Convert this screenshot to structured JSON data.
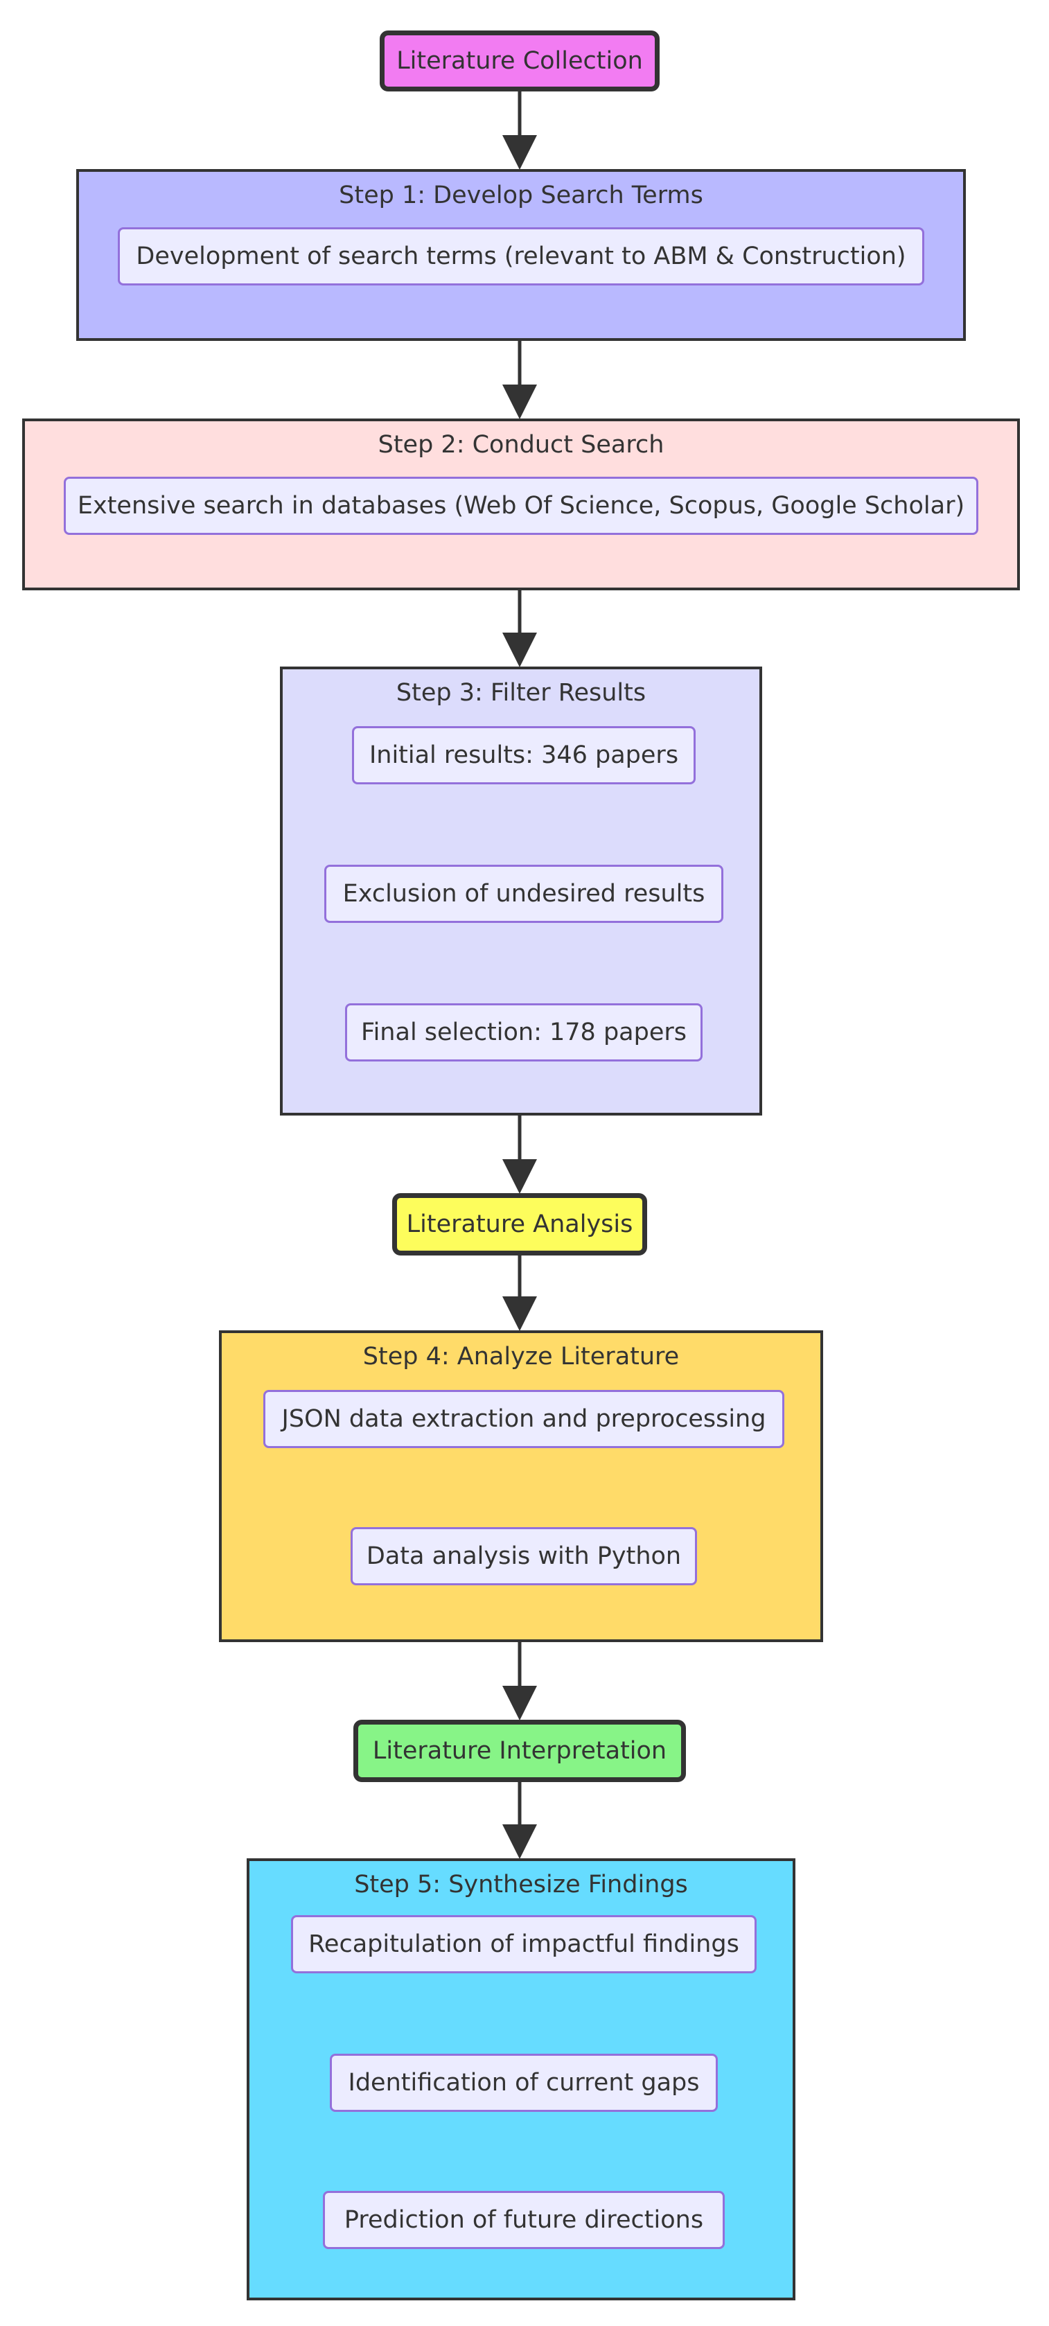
{
  "colors": {
    "stroke": "#333333",
    "item_fill": "#ececff",
    "item_border": "#9370db",
    "phase_collection": "#f27cf2",
    "phase_analysis": "#fdfd5c",
    "phase_interpretation": "#87f487",
    "step1_fill": "#b9b9ff",
    "step2_fill": "#ffdede",
    "step3_fill": "#dcdcfc",
    "step4_fill": "#ffdb69",
    "step5_fill": "#66dcff"
  },
  "phases": {
    "collection": "Literature Collection",
    "analysis": "Literature Analysis",
    "interpretation": "Literature Interpretation"
  },
  "steps": {
    "step1": {
      "title": "Step 1: Develop Search Terms",
      "items": [
        "Development of search terms (relevant to ABM & Construction)"
      ]
    },
    "step2": {
      "title": "Step 2: Conduct Search",
      "items": [
        "Extensive search in databases (Web Of Science, Scopus, Google Scholar)"
      ]
    },
    "step3": {
      "title": "Step 3: Filter Results",
      "items": [
        "Initial results: 346 papers",
        "Exclusion of undesired results",
        "Final selection: 178 papers"
      ]
    },
    "step4": {
      "title": "Step 4: Analyze Literature",
      "items": [
        "JSON data extraction and preprocessing",
        "Data analysis with Python"
      ]
    },
    "step5": {
      "title": "Step 5: Synthesize Findings",
      "items": [
        "Recapitulation of impactful findings",
        "Identification of current gaps",
        "Prediction of future directions"
      ]
    }
  }
}
